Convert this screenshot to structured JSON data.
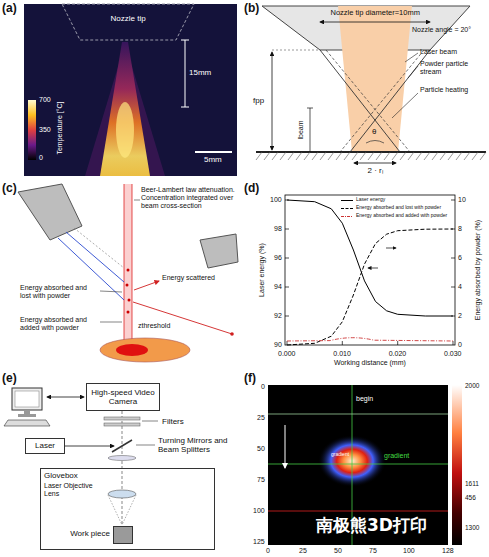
{
  "diagram": {
    "nodes": [
      {
        "text": [
          "High-speed Video Camera"
        ]
      },
      {
        "text": [
          "Laser"
        ]
      },
      {
        "text": [
          "Glovebox"
        ]
      },
      {
        "text": [
          "Work piece"
        ],
        "in": 2
      }
    ],
    "labels": [
      "(a)",
      "Nozzle tip",
      "15mm",
      "5mm",
      "700",
      "350",
      "0",
      "Temperature [°C]",
      "(b)",
      "Nozzle tip diameter=10mm",
      "Nozzle angle = 20°",
      "Laser beam",
      "Powder particle stream",
      "Particle heating",
      "fpp",
      "lbeam",
      "θ",
      "2 · rₗ",
      "(c)",
      "Beer-Lambert law attenuation. Concentration integrated over beam cross-section",
      "Energy scattered",
      "Energy absorbed and lost with powder",
      "Energy absorbed and added with powder",
      "zthreshold",
      "(d)",
      "100",
      "98",
      "96",
      "94",
      "92",
      "90",
      "0.000",
      "0.010",
      "0.020",
      "0.030",
      "Working distance (mm)",
      "Laser energy (%)",
      "10",
      "8",
      "6",
      "4",
      "2",
      "0",
      "Energy absorbed by powder (%)",
      "(e)",
      "Filters",
      "Turning Mirrors and Beam Splitters",
      "Laser Objective Lens",
      "(f)",
      "0",
      "25",
      "50",
      "75",
      "100",
      "125",
      "0",
      "25",
      "50",
      "75",
      "100",
      "128",
      "begin",
      "gradient",
      "gradient",
      "2000",
      "1611",
      "456",
      "1300",
      "南极熊3D打印"
    ],
    "legend": [
      {
        "text": "Laser energy"
      },
      {
        "text": "Energy absorbed and lost with powder"
      },
      {
        "text": "Energy absorbed and added with powder"
      }
    ]
  }
}
